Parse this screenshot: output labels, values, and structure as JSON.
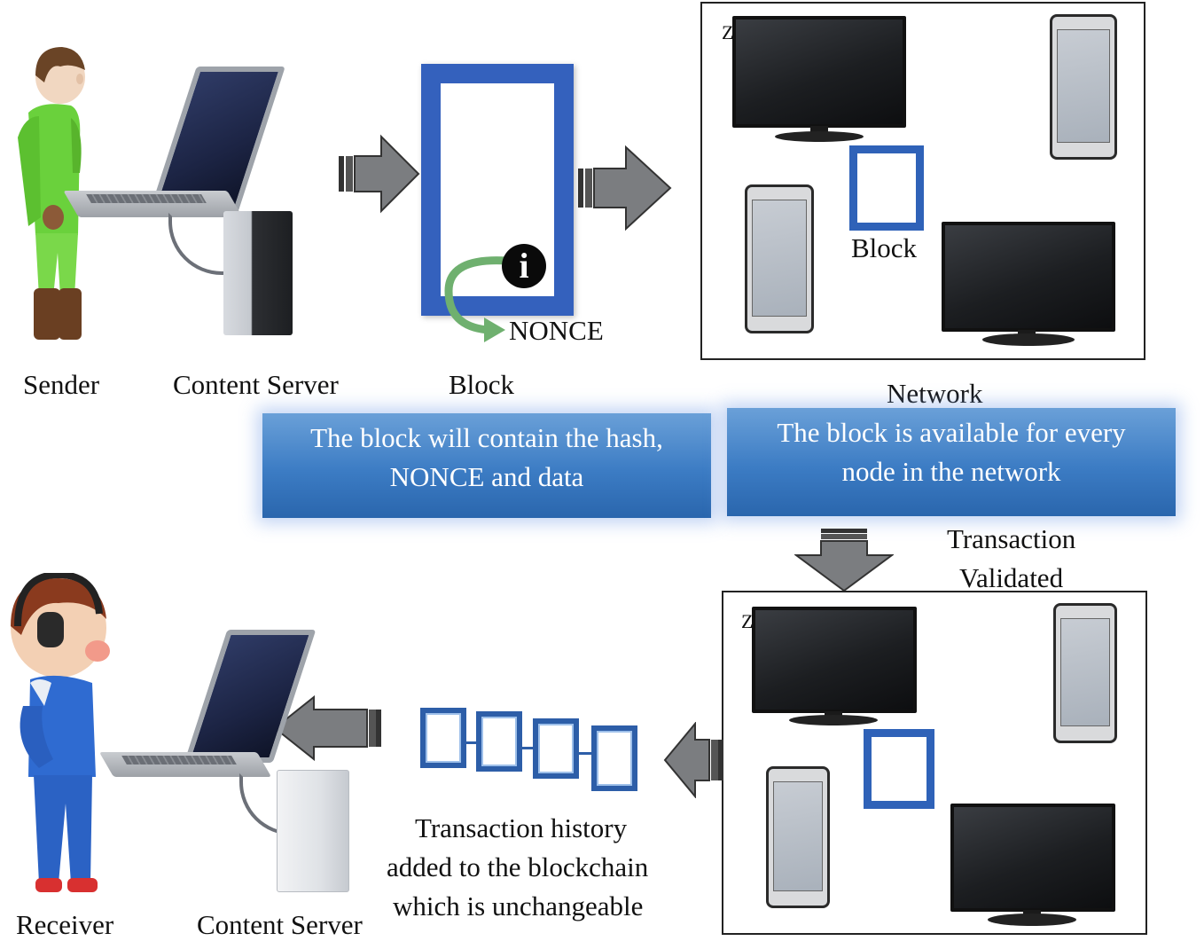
{
  "labels": {
    "sender": "Sender",
    "content_server_top": "Content Server",
    "block_top": "Block",
    "nonce": "NONCE",
    "network": "Network",
    "network_block": "Block",
    "transaction_validated_line1": "Transaction",
    "transaction_validated_line2": "Validated",
    "receiver": "Receiver",
    "content_server_bottom": "Content Server",
    "history_line1": "Transaction history",
    "history_line2": "added to the blockchain",
    "history_line3": "which is unchangeable"
  },
  "banners": {
    "left_line1": "The block will contain the hash,",
    "left_line2": "NONCE and data",
    "right_line1": "The block is available for every",
    "right_line2": "node in the network"
  },
  "info_glyph": "i",
  "colors": {
    "block_blue": "#3461bd",
    "banner_blue": "#3c7cc4",
    "arrow_gray": "#7b7d80",
    "nonce_arrow_green": "#6fb06f"
  },
  "icons": {
    "flow_arrows": "block-arrow",
    "info": "info-icon"
  }
}
